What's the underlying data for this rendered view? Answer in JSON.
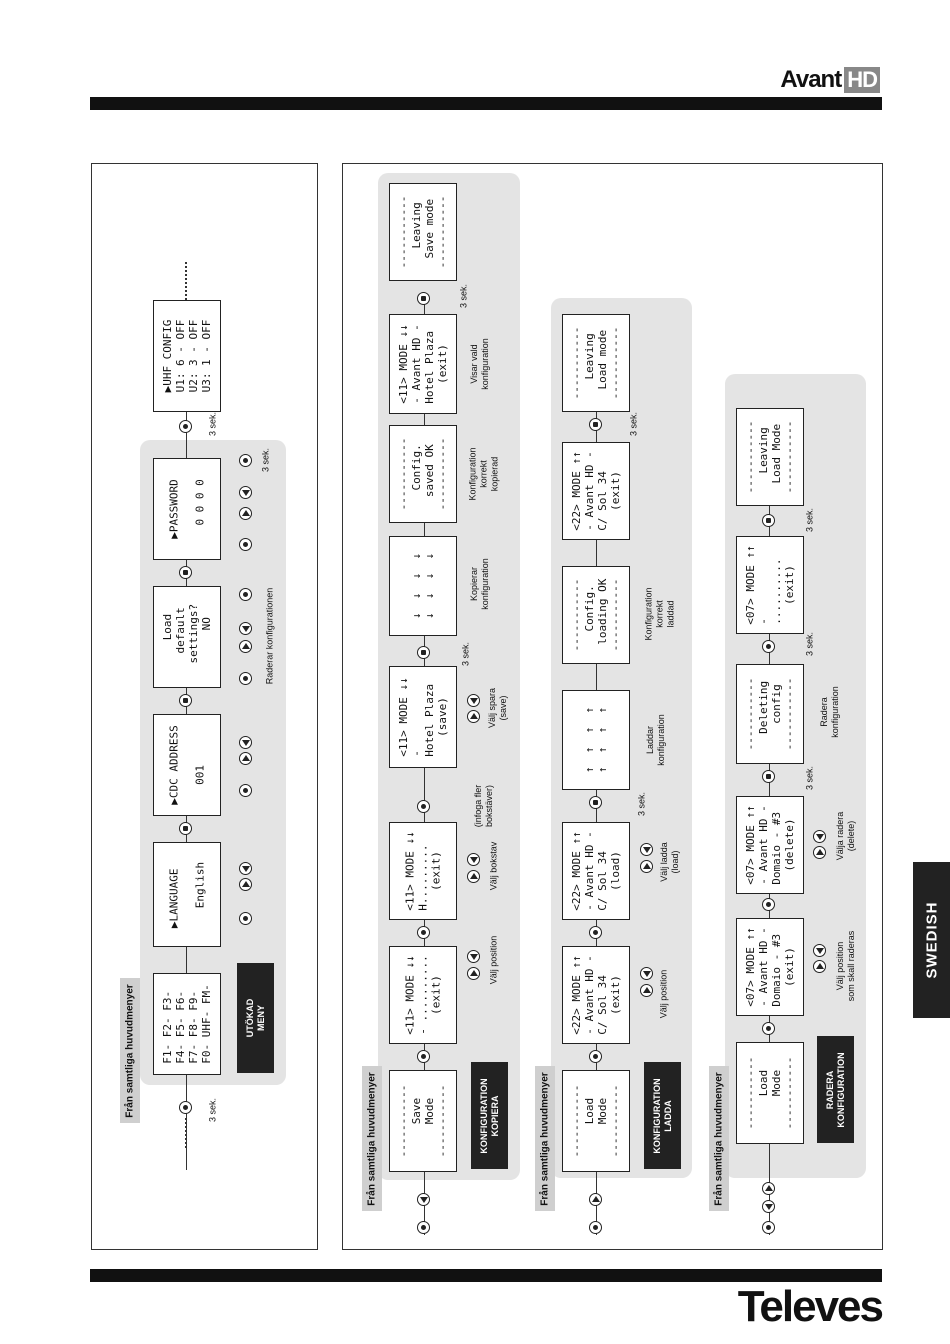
{
  "header": {
    "brand": "Avant",
    "brand_hd": "HD"
  },
  "footer": {
    "brand": "Televes"
  },
  "language_tab": "SWEDISH",
  "left_panel": {
    "callout": "Från samtliga huvudmenyer",
    "time_start": "3 sek.",
    "menu_label": "UTÖKAD\nMENY",
    "screens": [
      "F1- F2- F3-\nF4- F5- F6-\nF7- F8- F9-\nF0- UHF- FM-",
      "▶LANGUAGE\n\n   English",
      "▶CDC ADDRESS\n\n   001",
      "   Load\n  default\n settings?\n    NO",
      "▶PASSWORD\n\n  0 0 0 0",
      "▶UHF CONFIG\nU1: 6 - OFF\nU2: 3 - OFF\nU3: 1 - OFF"
    ],
    "reset_label": "Raderar konfigurationen",
    "time_password": "3 sek.",
    "time_end": "3 sek."
  },
  "save_row": {
    "callout": "Från samtliga huvudmenyer",
    "dark_label": "KONFIGURATION\nKOPIERA",
    "screens": [
      "-----------\n   Save\n   Mode\n-----------",
      "<11> MODE ↓↓\n- ..........\n   (exit)",
      "<11> MODE ↓↓\nH.........\n   (exit)",
      "<11> MODE ↓↓\n-\nHotel Plaza\n   (save)",
      "↓  ↓  ↓  ↓\n↓  ↓  ↓  ↓",
      "-----------\n  Config.\n saved OK\n-----------",
      "<11> MODE ↓↓\n- Avant HD -\nHotel Plaza\n   (exit)",
      "-----------\n  Leaving\n Save mode\n-----------"
    ],
    "captions": [
      "Välj position",
      "Välj bokstav",
      "(infoga fler\nbokstäver)",
      "Välj spara\n(save)",
      "Kopierar\nkonfiguration",
      "Konfiguration\nkorrekt\nkopierad",
      "Visar vald\nkonfiguration"
    ],
    "time_a": "3 sek.",
    "time_b": "3 sek."
  },
  "load_row": {
    "callout": "Från samtliga huvudmenyer",
    "dark_label": "KONFIGURATION\nLADDA",
    "screens": [
      "-----------\n   Load\n   Mode\n-----------",
      "<22> MODE ↑↑\n- Avant HD -\nC/ Sol 34\n   (exit)",
      "<22> MODE ↑↑\n- Avant HD -\nC/ Sol 34\n   (load)",
      "↑  ↑  ↑  ↑\n↑  ↑  ↑  ↑",
      "-----------\n  Config.\n loading OK\n-----------",
      "<22> MODE ↑↑\n- Avant HD -\nC/ Sol 34\n   (exit)",
      "-----------\n  Leaving\n Load mode\n-----------"
    ],
    "captions": [
      "Välj position",
      "Välj ladda\n(load)",
      "Laddar\nkonfiguration",
      "Konfiguration\nkorrekt\nladdad"
    ],
    "time_a": "3 sek.",
    "time_b": "3 sek."
  },
  "delete_row": {
    "callout": "Från samtliga huvudmenyer",
    "dark_label": "RADERA\nKONFIGURATION",
    "screens": [
      "-----------\n   Load\n   Mode\n-----------",
      "<07> MODE ↑↑\n- Avant HD -\nDomaio - #3\n   (exit)",
      "<07> MODE ↑↑\n- Avant HD -\nDomaio - #3\n  (delete)",
      "-----------\n  Deleting\n   config\n-----------",
      "<07> MODE ↑↑\n-\n..........\n   (exit)",
      "-----------\n  Leaving\n Load Mode\n-----------"
    ],
    "captions": [
      "Välj position\nsom skall raderas",
      "Välja radera\n(delete)",
      "Radera\nkonfiguration"
    ],
    "time_a": "3 sek.",
    "time_b": "3 sek.",
    "time_c": "3 sek."
  }
}
